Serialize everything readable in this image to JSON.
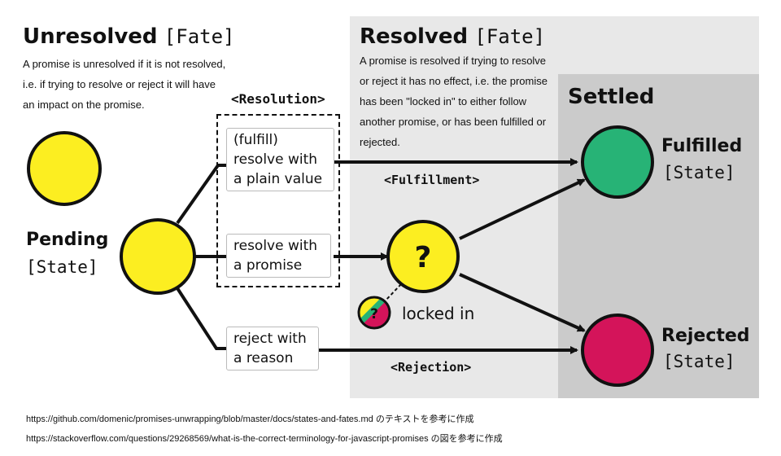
{
  "unresolved": {
    "title": "Unresolved",
    "subtitle": "[Fate]",
    "description_lines": [
      "A promise is unresolved if it is not resolved,",
      "i.e. if trying to resolve or reject it will have",
      "an impact on the promise."
    ]
  },
  "resolved": {
    "title": "Resolved",
    "subtitle": "[Fate]",
    "description_lines": [
      "A promise is resolved if trying to resolve",
      "or reject it has no effect, i.e. the promise",
      "has been \"locked in\" to either follow",
      "another promise, or has been fulfilled or",
      "rejected."
    ]
  },
  "settled": {
    "title": "Settled"
  },
  "resolution_label": "<Resolution>",
  "actions": {
    "fulfill": [
      "(fulfill)",
      "resolve with",
      "a plain value"
    ],
    "promise": [
      "resolve with",
      "a promise"
    ],
    "reject": [
      "reject with",
      "a reason"
    ]
  },
  "states": {
    "pending": {
      "name": "Pending",
      "sub": "[State]",
      "color": "#fcee21"
    },
    "fulfilled": {
      "name": "Fulfilled",
      "sub": "[State]",
      "color": "#27b376"
    },
    "rejected": {
      "name": "Rejected",
      "sub": "[State]",
      "color": "#d4145a"
    }
  },
  "unknown_node": {
    "symbol": "?",
    "color": "#fcee21"
  },
  "locked_in": {
    "label": "locked in",
    "symbol": "?"
  },
  "edge_labels": {
    "fulfillment": "<Fulfillment>",
    "rejection": "<Rejection>"
  },
  "footer": {
    "line1": "https://github.com/domenic/promises-unwrapping/blob/master/docs/states-and-fates.md のテキストを参考に作成",
    "line2": "https://stackoverflow.com/questions/29268569/what-is-the-correct-terminology-for-javascript-promises の図を参考に作成"
  }
}
